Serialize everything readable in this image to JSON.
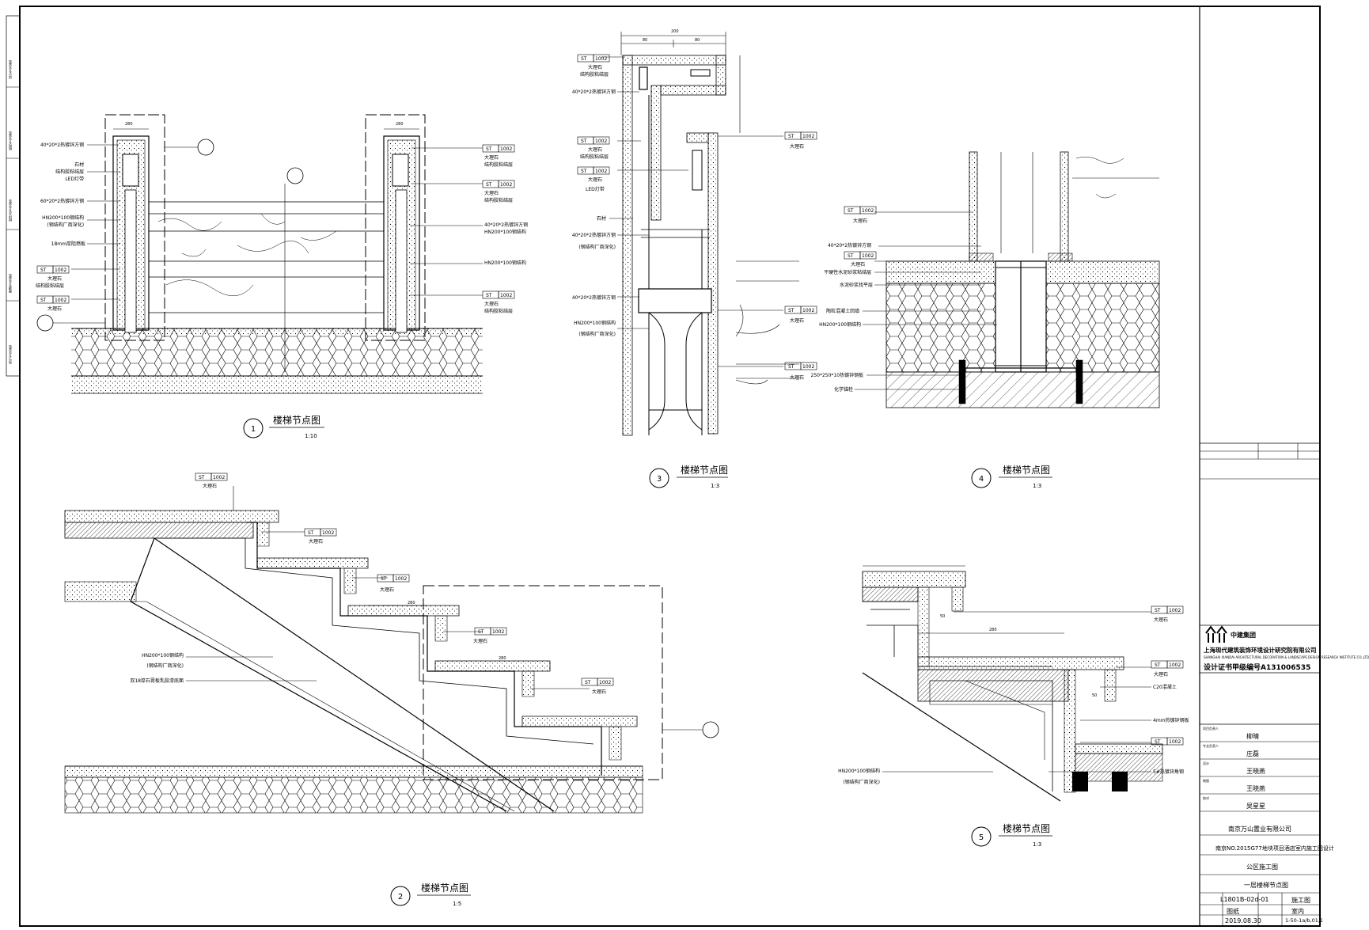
{
  "details": [
    {
      "num": "1",
      "title": "楼梯节点图",
      "scale": "1:10"
    },
    {
      "num": "3",
      "title": "楼梯节点图",
      "scale": "1:3"
    },
    {
      "num": "4",
      "title": "楼梯节点图",
      "scale": "1:3"
    },
    {
      "num": "2",
      "title": "楼梯节点图",
      "scale": "1:5"
    },
    {
      "num": "5",
      "title": "楼梯节点图",
      "scale": "1:3"
    }
  ],
  "tags": {
    "st": "ST",
    "code": "1002"
  },
  "labels": {
    "d1_left": [
      "40*20*2热镀锌方钢",
      "石材",
      "结构胶粘结层",
      "LED灯带",
      "60*20*2热镀锌方钢",
      "HN200*100钢结构",
      "(钢结构厂商深化)",
      "18mm厚阻燃板"
    ],
    "d1_tag1_text": [
      "大理石",
      "结构胶粘结层"
    ],
    "d1_tag2_text": [
      "大理石"
    ],
    "d1_right_tag1": [
      "大理石",
      "结构胶粘结层"
    ],
    "d1_right_tag2": [
      "大理石",
      "结构胶粘结层"
    ],
    "d1_right_mid": [
      "40*20*2热镀锌方钢",
      "HN200*100钢结构"
    ],
    "d1_right_mid2": "HN200*100钢结构",
    "d1_right_tag3": [
      "大理石",
      "结构胶粘结层"
    ],
    "d1_dims": [
      "280",
      "280"
    ],
    "d3_tag1": [
      "大理石",
      "结构胶粘结层"
    ],
    "d3_a": "40*20*2热镀锌方钢",
    "d3_tag2": [
      "大理石",
      "结构胶粘结层"
    ],
    "d3_tag3": [
      "大理石",
      "LED灯带"
    ],
    "d3_b": "石材",
    "d3_c": [
      "40*20*2热镀锌方钢",
      "(钢结构厂商深化)"
    ],
    "d3_d": "40*20*2热镀锌方钢",
    "d3_e": [
      "HN200*100钢结构",
      "(钢结构厂商深化)"
    ],
    "d3_r1": "大理石",
    "d3_r2": "大理石",
    "d3_r3": "大理石",
    "d3_dims": [
      "200",
      "80",
      "80"
    ],
    "d4_tag1": "大理石",
    "d4_a": [
      "40*20*2热镀锌方钢",
      "大理石",
      "干硬性水泥砂浆粘结层",
      "水泥砂浆找平层"
    ],
    "d4_b": [
      "陶粒混凝土回填",
      "HN200*100钢结构"
    ],
    "d4_c": [
      "250*250*10热镀锌钢板",
      "化学锚栓"
    ],
    "d2_tags": [
      "大理石",
      "大理石",
      "大理石",
      "大理石",
      "大理石"
    ],
    "d2_a": [
      "HN200*100钢结构",
      "(钢结构厂商深化)"
    ],
    "d2_b": "双18厚石膏板乳胶漆底面",
    "d2_dims": [
      "280",
      "280"
    ],
    "d5_tags": [
      "大理石",
      "大理石"
    ],
    "d5_a": "C20混凝土",
    "d5_b": "4mm热镀锌钢板",
    "d5_c": "5#热镀锌角钢",
    "d5_d": [
      "HN200*100钢结构",
      "(钢结构厂商深化)"
    ],
    "d5_dims": [
      "280",
      "50",
      "50"
    ]
  },
  "title_block": {
    "company_cn": "中建集团",
    "company_full": "上海现代建筑装饰环境设计研究院有限公司",
    "company_en": "SHANGHAI XIANDAI ARCHITECTURAL DECORATION & LANDSCAPE DESIGN RESEARCH INSTITUTE CO.,LTD",
    "cert": "设计证书甲级编号A131006535",
    "rows": [
      {
        "label": "项目负责人",
        "value": "柳晴"
      },
      {
        "label": "专业负责人",
        "value": "庄磊"
      },
      {
        "label": "设计",
        "value": "王晓燕"
      },
      {
        "label": "制图",
        "value": "王晓燕"
      },
      {
        "label": "校对",
        "value": "吴星星"
      }
    ],
    "client": "南京万山置业有限公司",
    "project": "南京NO.2015G77地块项目酒店室内施工图设计",
    "section": "公区施工图",
    "drawing": "一层楼梯节点图",
    "drawing_no": "L1801B-02d-01",
    "phase": "施工图",
    "date": "2019.08.30",
    "date_label": "图纸",
    "revision": "1-50-1a/b,01,1",
    "stage": "室内"
  },
  "margin_stamps": [
    "设计专业会签",
    "结构专业会签",
    "给排水专业会签",
    "暖通专业会签",
    "电气专业会签"
  ]
}
